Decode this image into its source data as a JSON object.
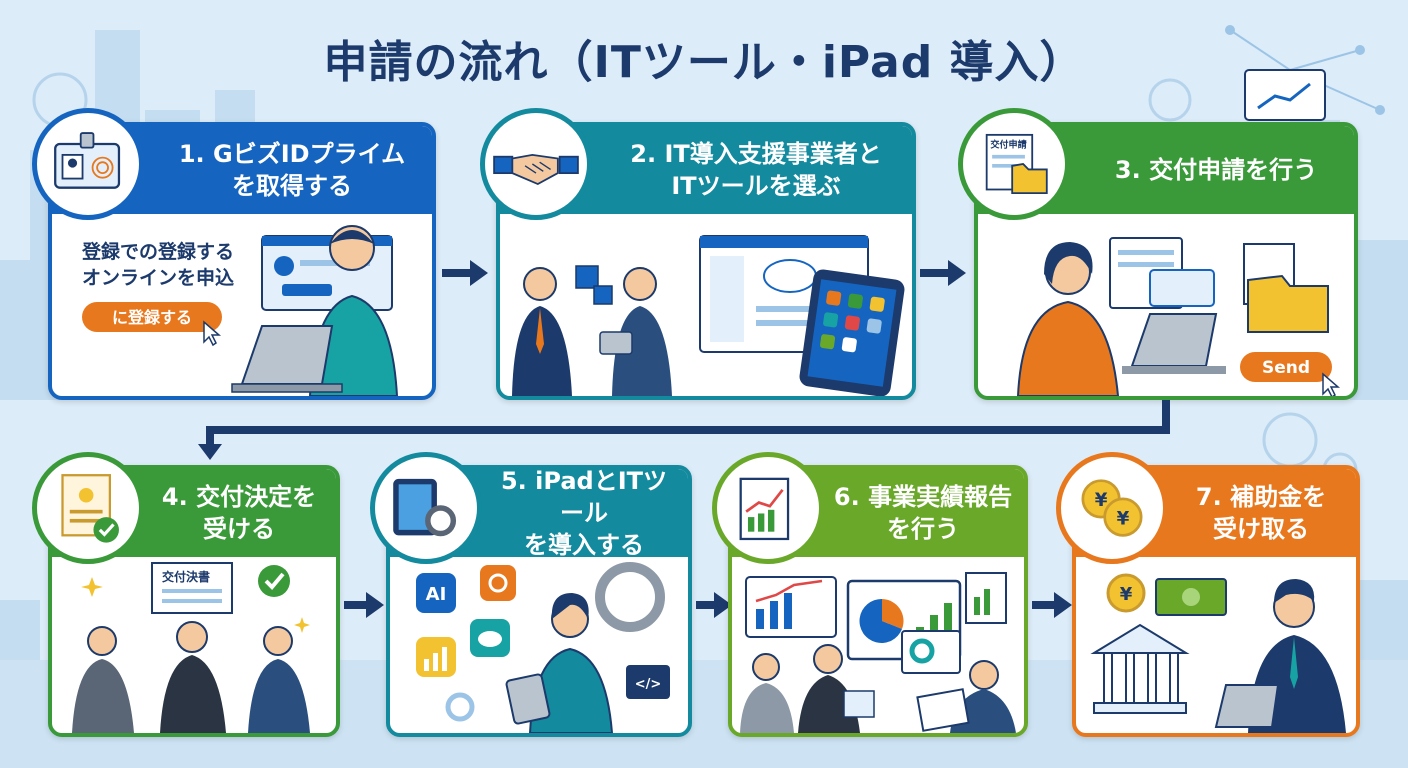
{
  "title": "申請の流れ（ITツール・iPad 導入）",
  "colors": {
    "blue": "#1565c0",
    "teal": "#138a9e",
    "green": "#3a9a3a",
    "lime": "#6aa82a",
    "orange": "#e8781e",
    "navy": "#1c3a6b"
  },
  "steps": [
    {
      "num": "1.",
      "line1": "GビズIDプライム",
      "line2": "を取得する",
      "color": "#1565c0",
      "icon": "id-card-icon"
    },
    {
      "num": "2.",
      "line1": "IT導入支援事業者と",
      "line2": "ITツールを選ぶ",
      "color": "#138a9e",
      "icon": "handshake-icon"
    },
    {
      "num": "3.",
      "line1": "交付申請を行う",
      "line2": "",
      "color": "#3a9a3a",
      "icon": "document-folder-icon"
    },
    {
      "num": "4.",
      "line1": "交付決定を",
      "line2": "受ける",
      "color": "#3a9a3a",
      "icon": "certificate-icon"
    },
    {
      "num": "5.",
      "line1": "iPadとITツール",
      "line2": "を導入する",
      "color": "#138a9e",
      "icon": "tablet-gear-icon"
    },
    {
      "num": "6.",
      "line1": "事業実績報告",
      "line2": "を行う",
      "color": "#6aa82a",
      "icon": "report-chart-icon"
    },
    {
      "num": "7.",
      "line1": "補助金を",
      "line2": "受け取る",
      "color": "#e8781e",
      "icon": "yen-coins-icon"
    }
  ],
  "step1": {
    "text1": "登録での登録する",
    "text2": "オンラインを申込",
    "button": "に登録する"
  },
  "step3": {
    "doc_label": "交付申請",
    "button": "Send"
  },
  "step4": {
    "doc_label": "交付決書"
  },
  "step5": {
    "app_ai": "AI",
    "code": "</>"
  },
  "step7": {
    "yen": "¥"
  }
}
